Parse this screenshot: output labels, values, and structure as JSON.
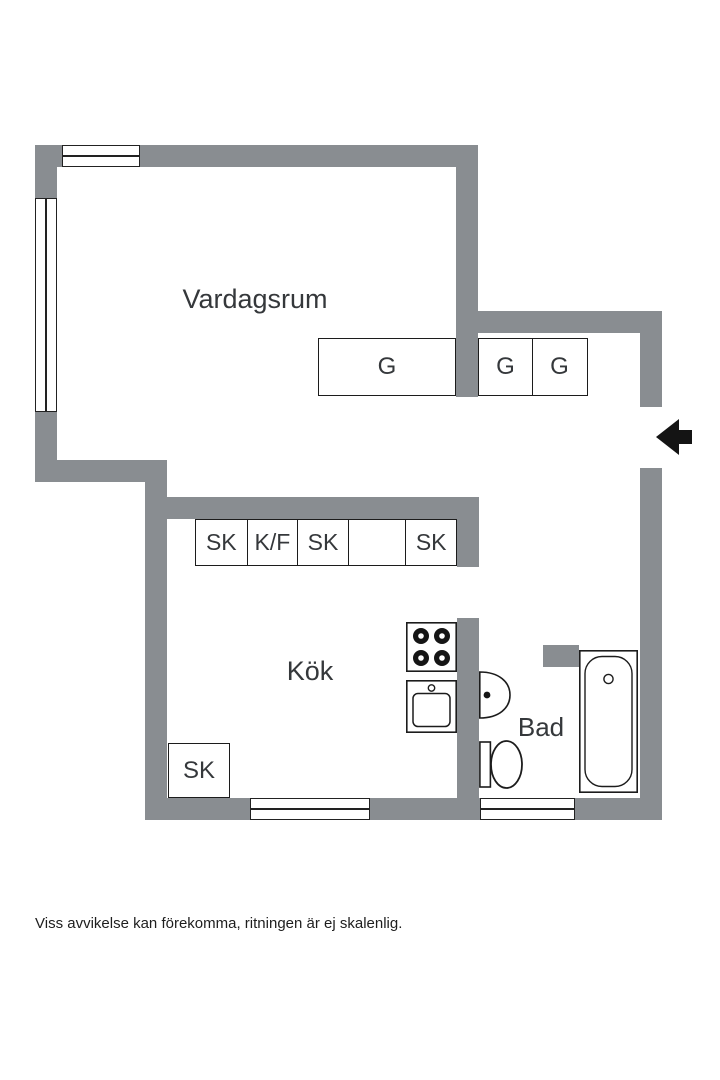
{
  "colors": {
    "wall": "#898d91",
    "outline": "#1c1c1c",
    "label": "#35383b"
  },
  "rooms": {
    "living_room": {
      "label": "Vardagsrum"
    },
    "kitchen": {
      "label": "Kök"
    },
    "bathroom": {
      "label": "Bad"
    }
  },
  "wardrobes": {
    "large": "G",
    "small_1": "G",
    "small_2": "G"
  },
  "kitchen_units": {
    "upper_row": [
      "SK",
      "K/F",
      "SK",
      "",
      "SK"
    ],
    "corner": "SK"
  },
  "footer": {
    "disclaimer": "Viss avvikelse kan förekomma, ritningen är ej skalenlig."
  }
}
